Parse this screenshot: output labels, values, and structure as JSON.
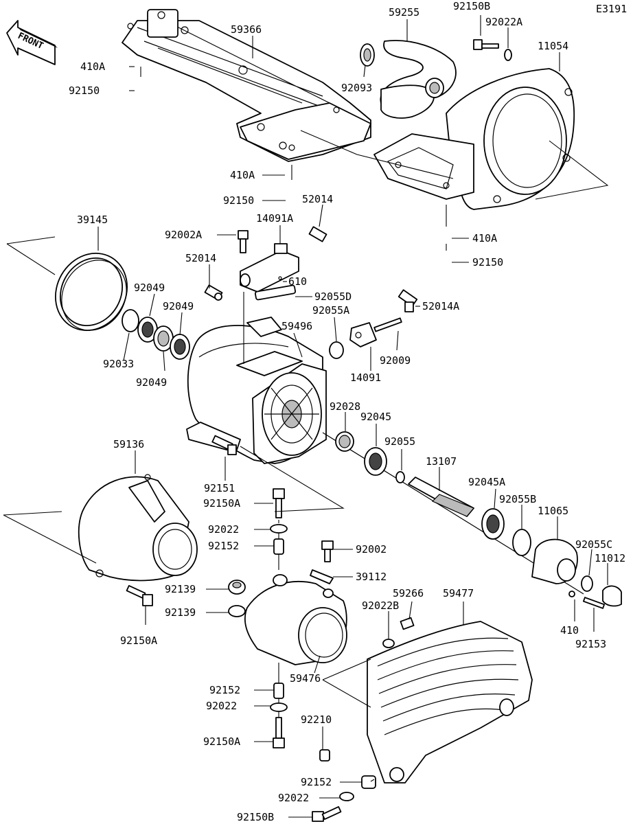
{
  "header": {
    "diagram_code": "E3191",
    "front_indicator": "FRONT"
  },
  "parts": {
    "p59366": "59366",
    "p410A_1": "410A",
    "p92150_1": "92150",
    "p410A_2": "410A",
    "p92150_2": "92150",
    "p59255": "59255",
    "p92093": "92093",
    "p92150B_top": "92150B",
    "p92022A": "92022A",
    "p11054": "11054",
    "p410A_3": "410A",
    "p92150_3": "92150",
    "p52014_top": "52014",
    "p14091A": "14091A",
    "p92002A": "92002A",
    "p52014_mid": "52014",
    "p610": "610",
    "p92055D": "92055D",
    "p52014A": "52014A",
    "p39145": "39145",
    "p92049_a": "92049",
    "p92049_b": "92049",
    "p92049_c": "92049",
    "p92033": "92033",
    "p92055A": "92055A",
    "p59496": "59496",
    "p92009": "92009",
    "p14091": "14091",
    "p92028": "92028",
    "p92045": "92045",
    "p92055": "92055",
    "p13107": "13107",
    "p92045A": "92045A",
    "p92055B": "92055B",
    "p11065": "11065",
    "p92055C": "92055C",
    "p11012": "11012",
    "p410": "410",
    "p92153": "92153",
    "p59136": "59136",
    "p92151": "92151",
    "p92150A_1": "92150A",
    "p92022_1": "92022",
    "p92152_1": "92152",
    "p92002": "92002",
    "p39112": "39112",
    "p92139_1": "92139",
    "p92139_2": "92139",
    "p92150A_2": "92150A",
    "p92022B": "92022B",
    "p59266": "59266",
    "p59477": "59477",
    "p92152_2": "92152",
    "p59476": "59476",
    "p92022_2": "92022",
    "p92210": "92210",
    "p92150A_3": "92150A",
    "p92152_3": "92152",
    "p92022_3": "92022",
    "p92150B_bottom": "92150B"
  }
}
